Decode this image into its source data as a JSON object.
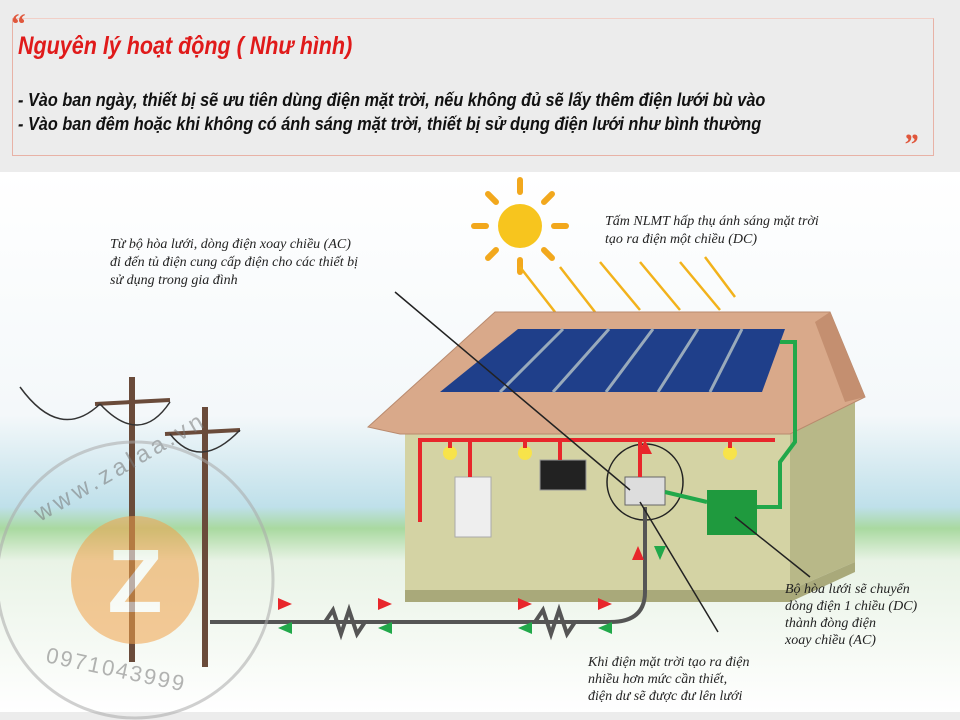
{
  "header": {
    "open_quote": "“",
    "close_quote": "”",
    "title": "Nguyên lý hoạt động ( Như hình)",
    "lines": [
      "- Vào ban ngày, thiết bị sẽ ưu tiên dùng điện mặt trời, nếu không đủ sẽ lấy thêm điện lưới bù vào",
      "- Vào ban đêm hoặc khi không có ánh sáng mặt trời, thiết bị sử dụng điện lưới như bình thường"
    ]
  },
  "diagram": {
    "note_ac": [
      "Từ bộ hòa lưới, dòng điện xoay chiều (AC)",
      "đi đến tủ điện cung cấp điện cho các thiết bị",
      "sử dụng trong gia đình"
    ],
    "note_panel": [
      "Tấm NLMT hấp thụ ánh sáng mặt trời",
      "tạo ra điện một chiều (DC)"
    ],
    "note_inverter": [
      "Bộ hòa lưới sẽ chuyển",
      "dòng điện 1 chiều (DC)",
      "thành đòng điện",
      "xoay chiều (AC)"
    ],
    "note_grid": [
      "Khi điện mặt trời tạo ra điện",
      "nhiều  hơn mức cần thiết,",
      "điện dư sẽ được đư lên lưới"
    ],
    "colors": {
      "wire_red": "#e8262b",
      "wire_green": "#21a84a",
      "sun": "#f7c51e",
      "panel": "#1f3f8a",
      "roof": "#d9a98a",
      "wall": "#d4d3a4"
    }
  },
  "watermark": {
    "site": "www.zalaa.vn",
    "logo_letter": "Z",
    "phone": "0971043999"
  }
}
